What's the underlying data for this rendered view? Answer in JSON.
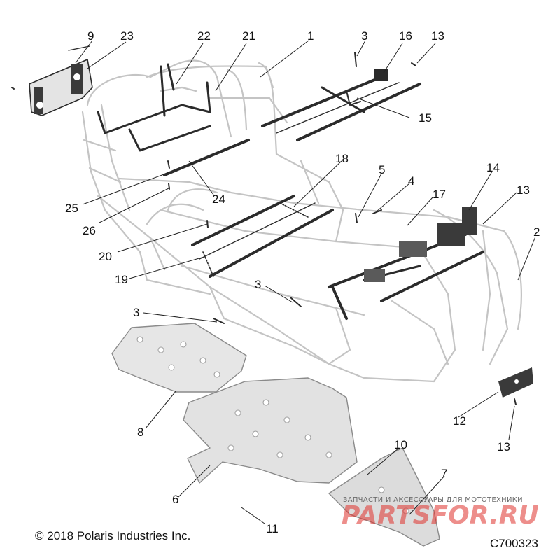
{
  "callouts": [
    {
      "id": "9",
      "label": "9"
    },
    {
      "id": "23",
      "label": "23"
    },
    {
      "id": "22",
      "label": "22"
    },
    {
      "id": "21",
      "label": "21"
    },
    {
      "id": "1",
      "label": "1"
    },
    {
      "id": "3a",
      "label": "3"
    },
    {
      "id": "16",
      "label": "16"
    },
    {
      "id": "13a",
      "label": "13"
    },
    {
      "id": "15",
      "label": "15"
    },
    {
      "id": "18",
      "label": "18"
    },
    {
      "id": "5",
      "label": "5"
    },
    {
      "id": "14",
      "label": "14"
    },
    {
      "id": "4",
      "label": "4"
    },
    {
      "id": "13b",
      "label": "13"
    },
    {
      "id": "17",
      "label": "17"
    },
    {
      "id": "25",
      "label": "25"
    },
    {
      "id": "24",
      "label": "24"
    },
    {
      "id": "26",
      "label": "26"
    },
    {
      "id": "2",
      "label": "2"
    },
    {
      "id": "20",
      "label": "20"
    },
    {
      "id": "19",
      "label": "19"
    },
    {
      "id": "3b",
      "label": "3"
    },
    {
      "id": "3c",
      "label": "3"
    },
    {
      "id": "12",
      "label": "12"
    },
    {
      "id": "13c",
      "label": "13"
    },
    {
      "id": "8",
      "label": "8"
    },
    {
      "id": "10",
      "label": "10"
    },
    {
      "id": "7",
      "label": "7"
    },
    {
      "id": "6",
      "label": "6"
    },
    {
      "id": "11",
      "label": "11"
    }
  ],
  "copyright": "© 2018 Polaris Industries Inc.",
  "figure_code": "C700323",
  "watermark": {
    "subtitle": "ЗАПЧАСТИ И АКСЕССУАРЫ ДЛЯ МОТОТЕХНИКИ",
    "brand": "PARTSFOR.RU"
  },
  "colors": {
    "frame": "#c4c4c4",
    "parts": "#2b2b2b",
    "plate": "#d6d6d6",
    "watermark": "#e0322d"
  }
}
